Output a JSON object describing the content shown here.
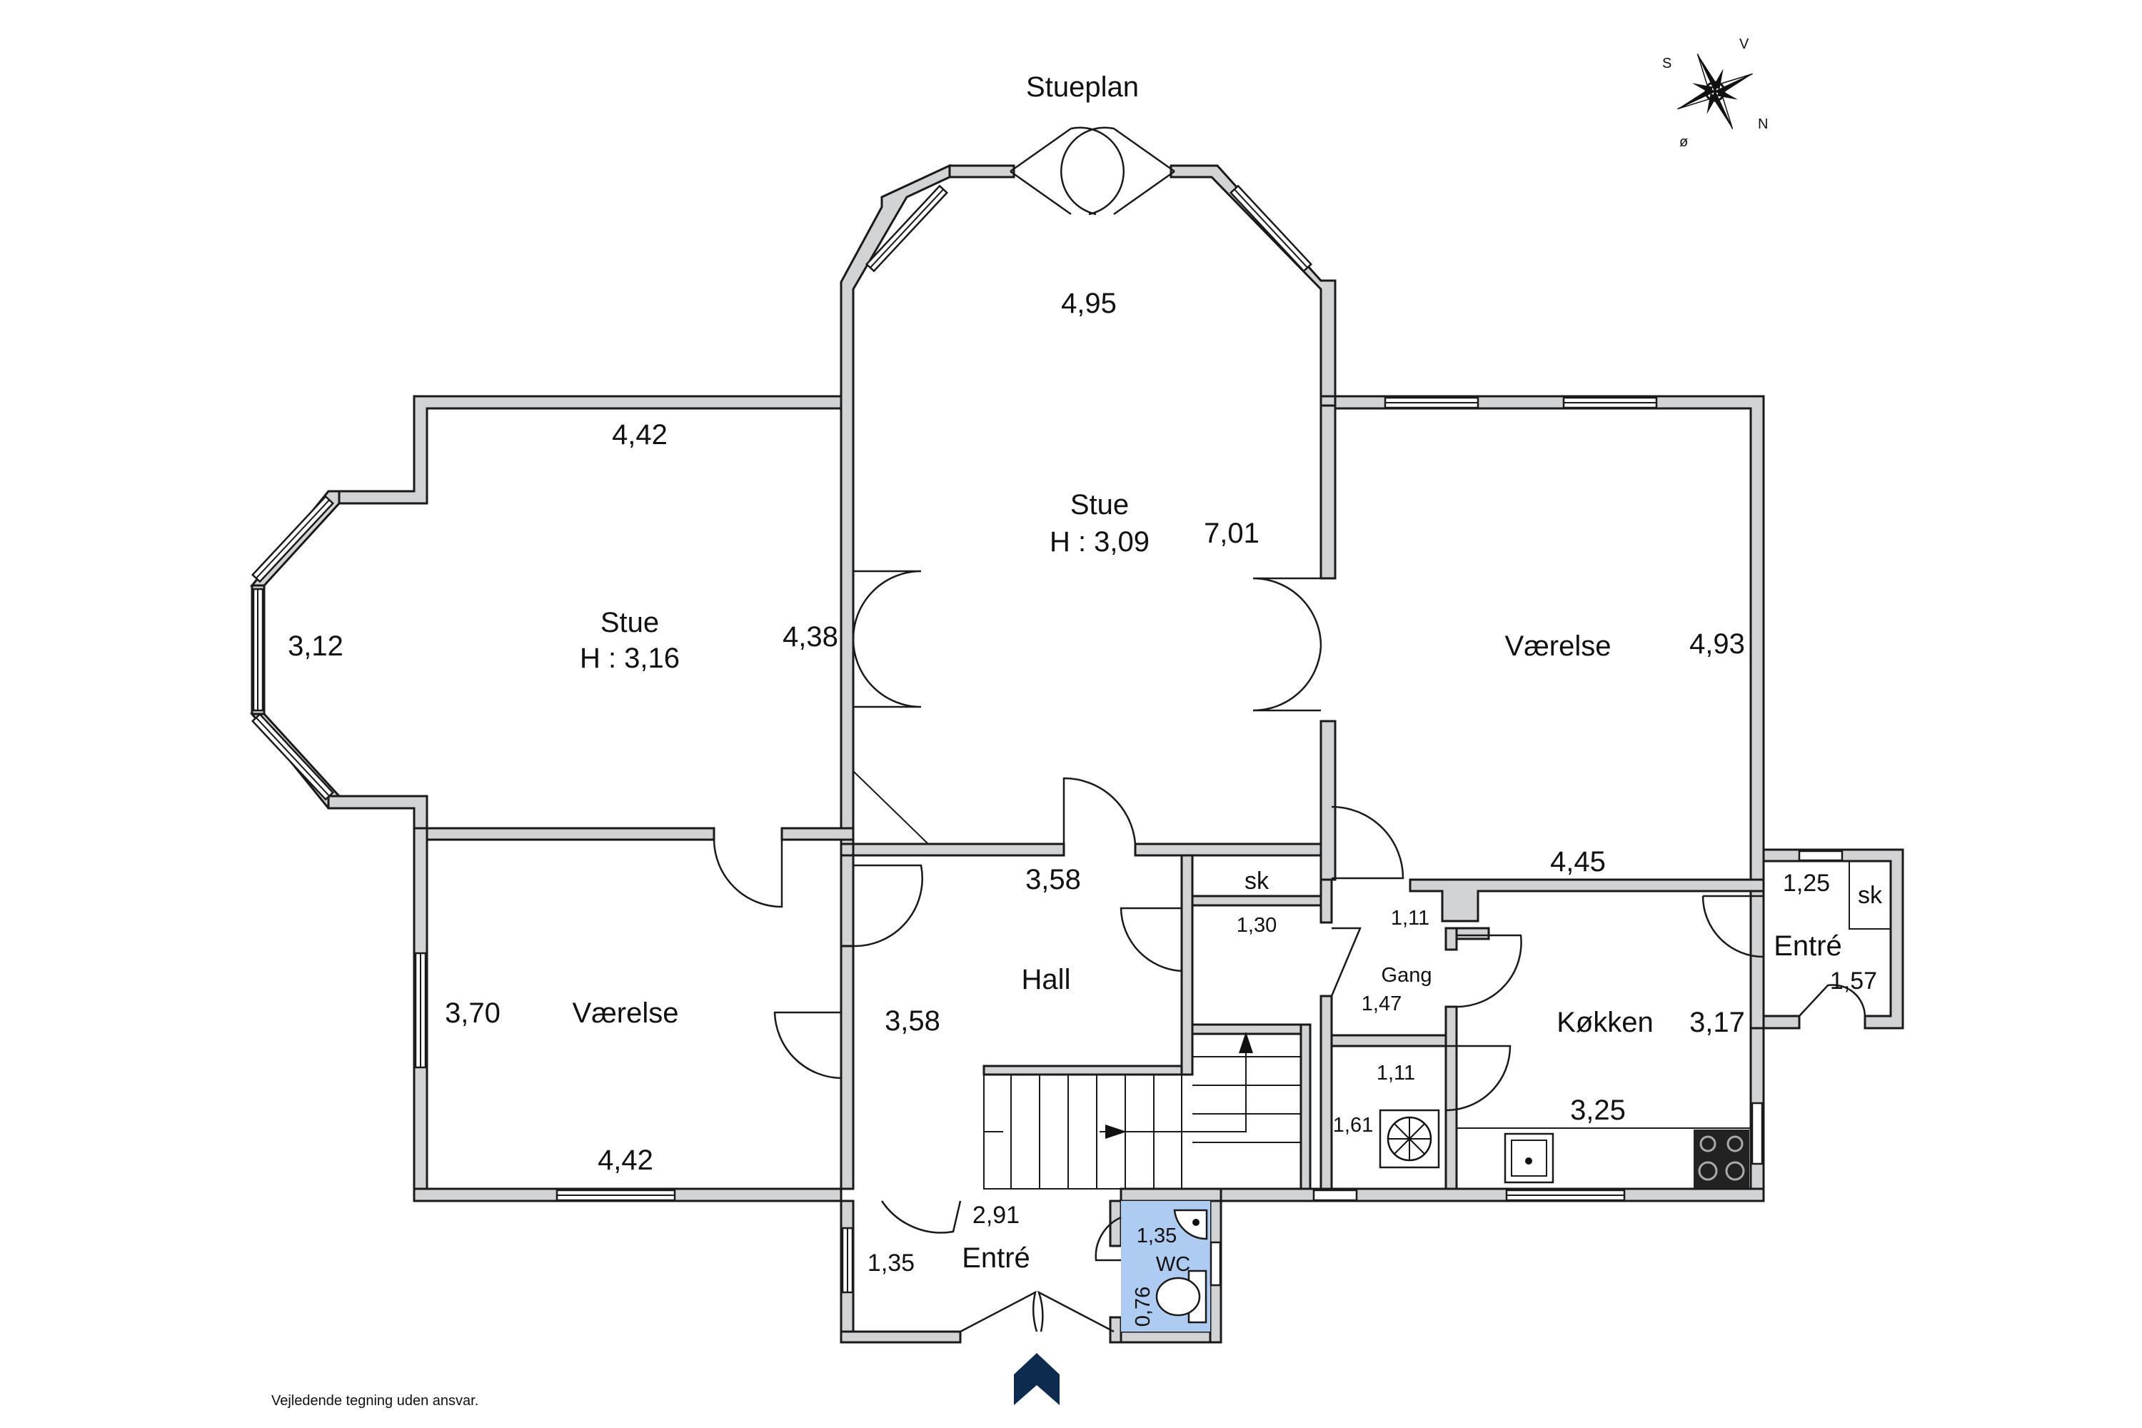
{
  "title": "Stueplan",
  "disclaimer": "Vejledende tegning uden ansvar.",
  "compass": {
    "S": "S",
    "V": "V",
    "N": "N",
    "O": "ø"
  },
  "rooms": {
    "stue_main": {
      "name": "Stue",
      "height": "H : 3,09",
      "dim_top": "4,95",
      "dim_side": "7,01"
    },
    "stue_left": {
      "name": "Stue",
      "height": "H : 3,16",
      "dim_top": "4,42",
      "dim_side": "4,38",
      "dim_bay": "3,12"
    },
    "vaerelse_right": {
      "name": "Værelse",
      "dim_side": "4,93",
      "dim_bottom": "4,45"
    },
    "vaerelse_left": {
      "name": "Værelse",
      "dim_side": "3,70",
      "dim_bottom": "4,42"
    },
    "hall": {
      "name": "Hall",
      "dim_top": "3,58",
      "dim_side": "3,58"
    },
    "sk_hall": {
      "name": "sk",
      "dim": "1,30"
    },
    "gang": {
      "name": "Gang",
      "dim_top": "1,11",
      "dim_side": "1,47"
    },
    "bryggers": {
      "dim_top": "1,11",
      "dim_side": "1,61"
    },
    "koekken": {
      "name": "Køkken",
      "dim_side": "3,17",
      "dim_bottom": "3,25"
    },
    "entre_right": {
      "name": "Entré",
      "dim_top": "1,25",
      "dim_side": "1,57",
      "sk": "sk"
    },
    "entre_main": {
      "name": "Entré",
      "dim_top": "2,91",
      "dim_side": "1,35"
    },
    "wc": {
      "name": "WC",
      "dim_top": "1,35",
      "dim_side": "0,76"
    }
  },
  "colors": {
    "wall": "#d2d3d5",
    "wc_floor": "#aecbf2",
    "entry_arrow": "#0d2b4e"
  }
}
